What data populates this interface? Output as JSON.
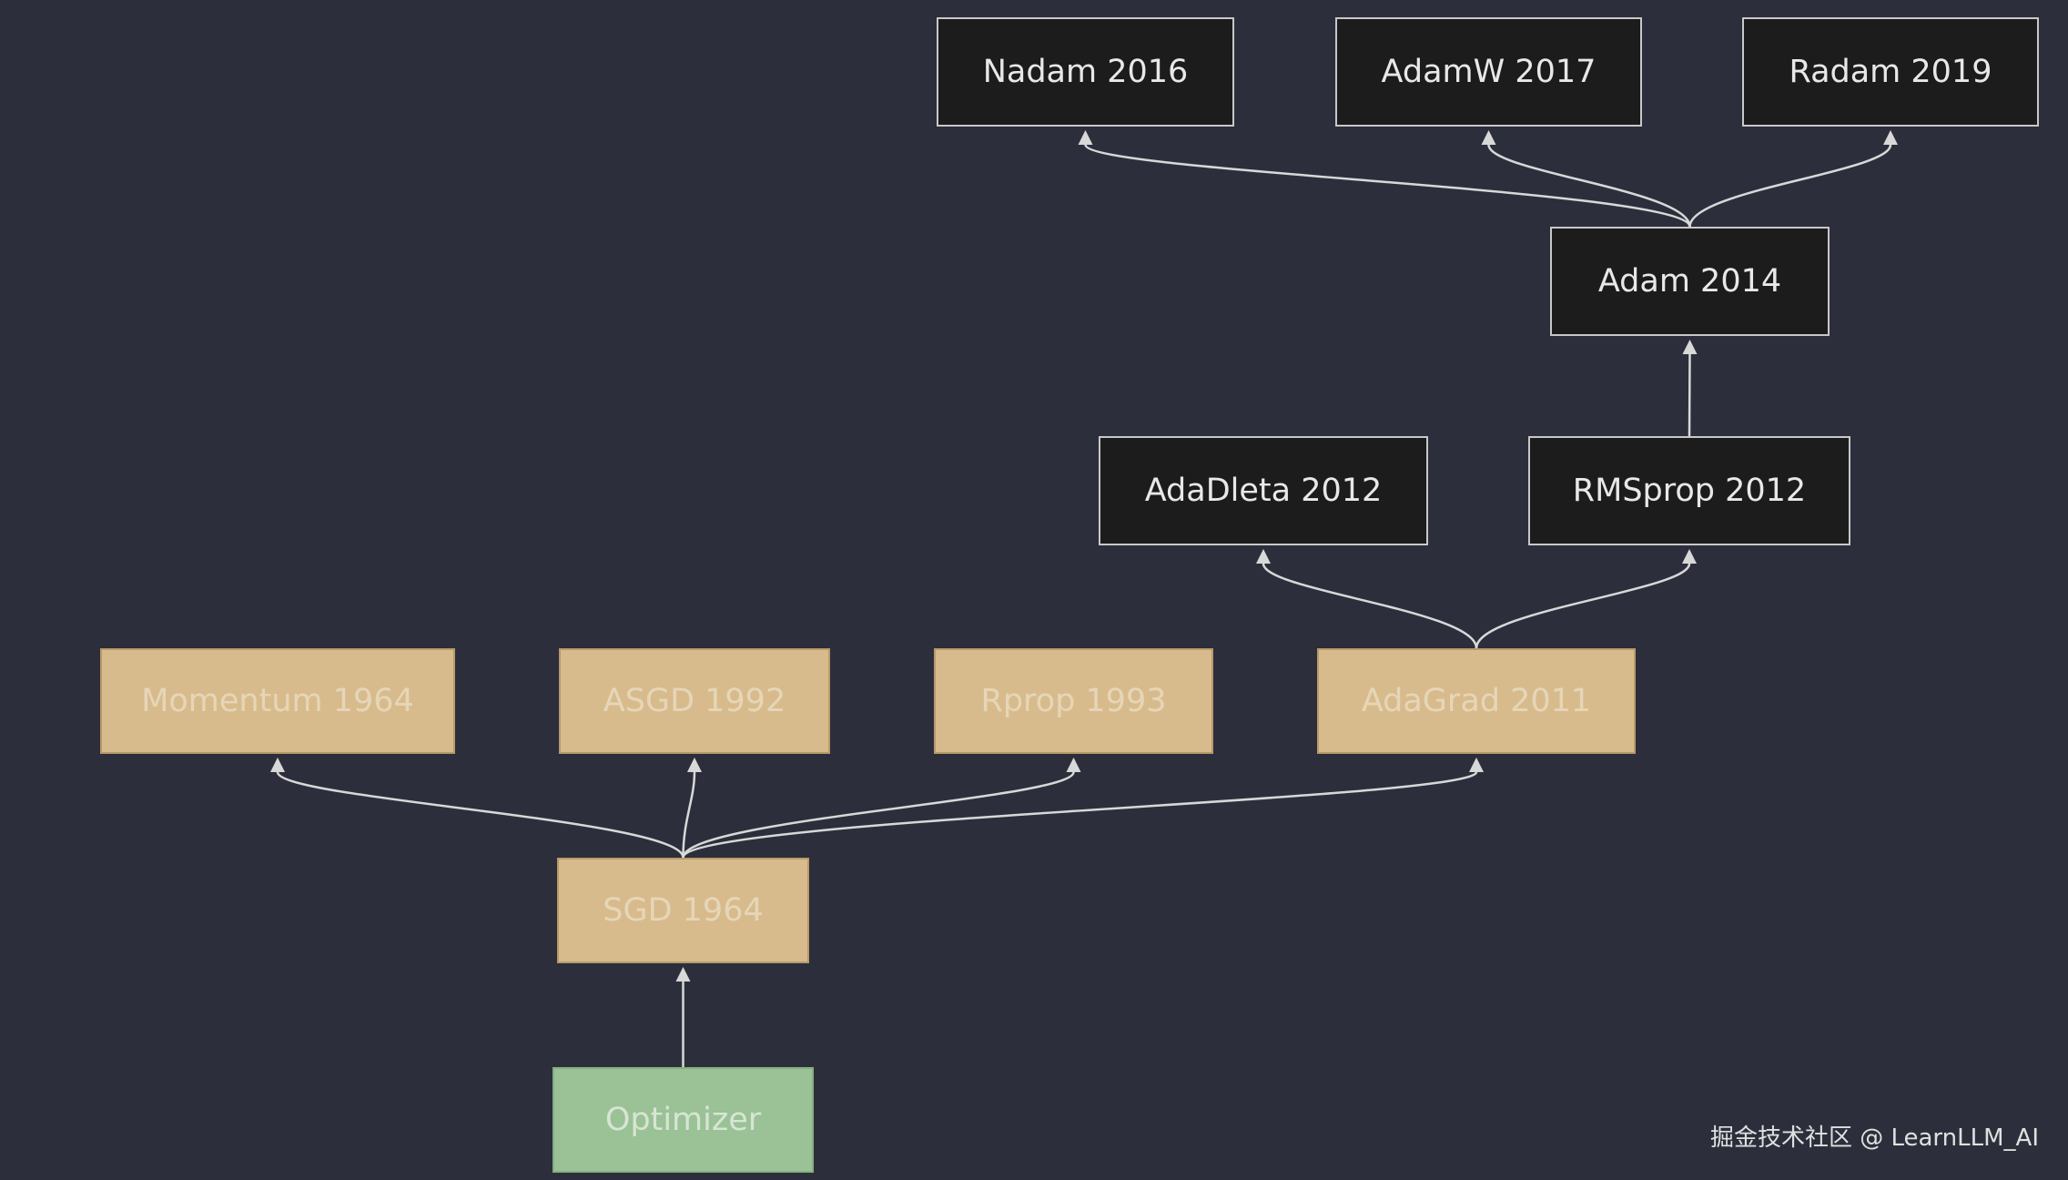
{
  "nodes": {
    "nadam": "Nadam 2016",
    "adamw": "AdamW 2017",
    "radam": "Radam 2019",
    "adam": "Adam 2014",
    "adadelta": "AdaDleta 2012",
    "rmsprop": "RMSprop 2012",
    "momentum": "Momentum 1964",
    "asgd": "ASGD 1992",
    "rprop": "Rprop 1993",
    "adagrad": "AdaGrad 2011",
    "sgd": "SGD 1964",
    "optimizer": "Optimizer"
  },
  "edges": [
    {
      "from": "optimizer",
      "to": "sgd"
    },
    {
      "from": "sgd",
      "to": "momentum"
    },
    {
      "from": "sgd",
      "to": "asgd"
    },
    {
      "from": "sgd",
      "to": "rprop"
    },
    {
      "from": "sgd",
      "to": "adagrad"
    },
    {
      "from": "adagrad",
      "to": "adadelta"
    },
    {
      "from": "adagrad",
      "to": "rmsprop"
    },
    {
      "from": "rmsprop",
      "to": "adam"
    },
    {
      "from": "adam",
      "to": "nadam"
    },
    {
      "from": "adam",
      "to": "adamw"
    },
    {
      "from": "adam",
      "to": "radam"
    }
  ],
  "colors": {
    "background": "#2c2f3b",
    "dark_node": "#1c1c1c",
    "tan_node": "#d8bb8c",
    "green_node": "#9bc196",
    "edge": "#d8d8d8"
  },
  "watermark": "掘金技术社区 @ LearnLLM_AI"
}
